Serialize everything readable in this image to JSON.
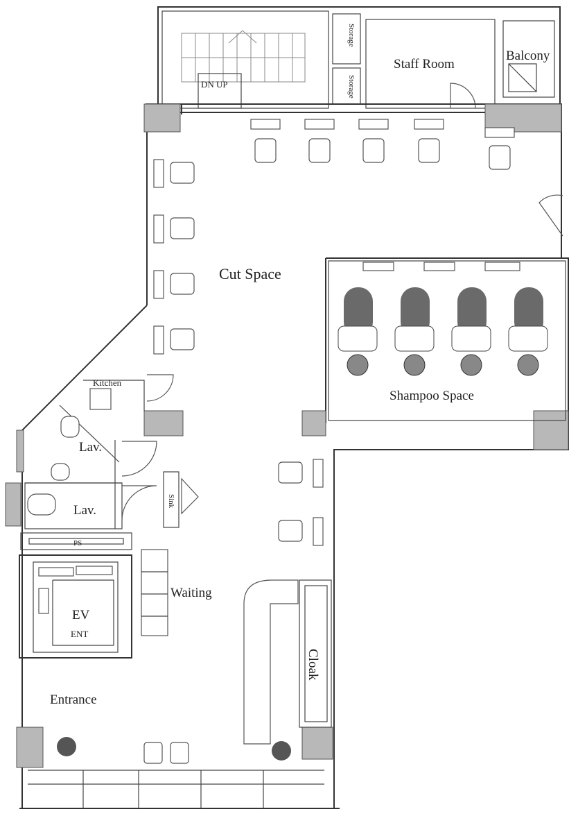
{
  "rooms": {
    "staff_room": "Staff Room",
    "balcony": "Balcony",
    "storage_top": "Storage",
    "storage_bottom": "Storage",
    "stairs": "DN UP",
    "cut_space": "Cut Space",
    "shampoo_space": "Shampoo Space",
    "kitchen": "Kitchen",
    "lav_upper": "Lav.",
    "lav_lower": "Lav.",
    "sink": "Sink",
    "ps": "PS",
    "waiting": "Waiting",
    "ev": "EV",
    "ent": "ENT",
    "cloak": "Cloak",
    "entrance": "Entrance"
  }
}
